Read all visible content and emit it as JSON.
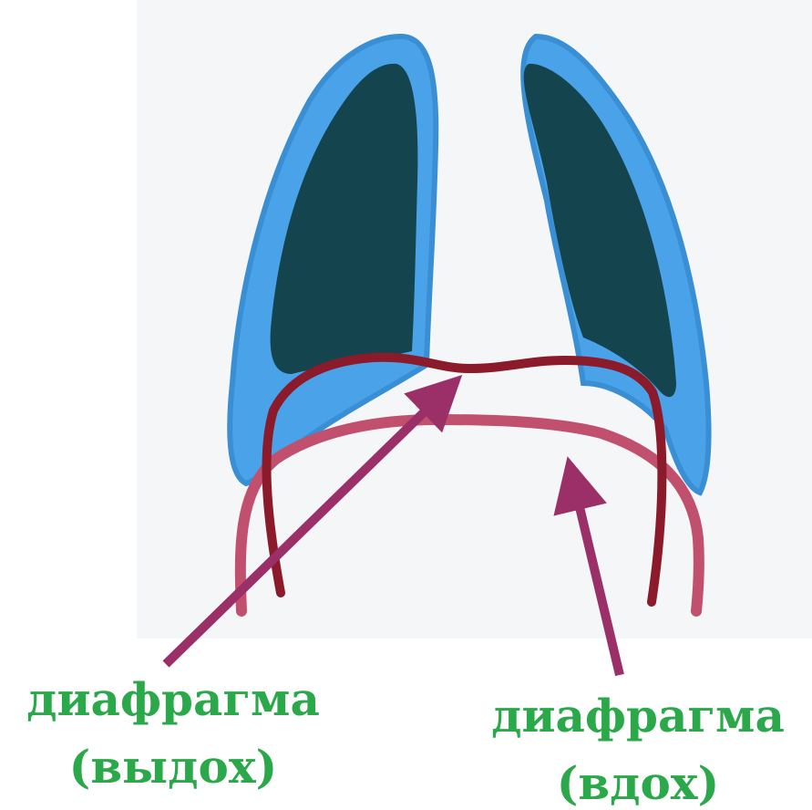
{
  "labels": {
    "exhale_line1": "диафрагма",
    "exhale_line2": "(выдох)",
    "inhale_line1": "диафрагма",
    "inhale_line2": "(вдох)"
  },
  "colors": {
    "lung_outer": "#4aa3e8",
    "lung_inner": "#14454f",
    "diaphragm_exhale": "#8b1a2b",
    "diaphragm_inhale": "#c0506e",
    "arrow": "#9b3068",
    "label": "#2aa84a"
  }
}
